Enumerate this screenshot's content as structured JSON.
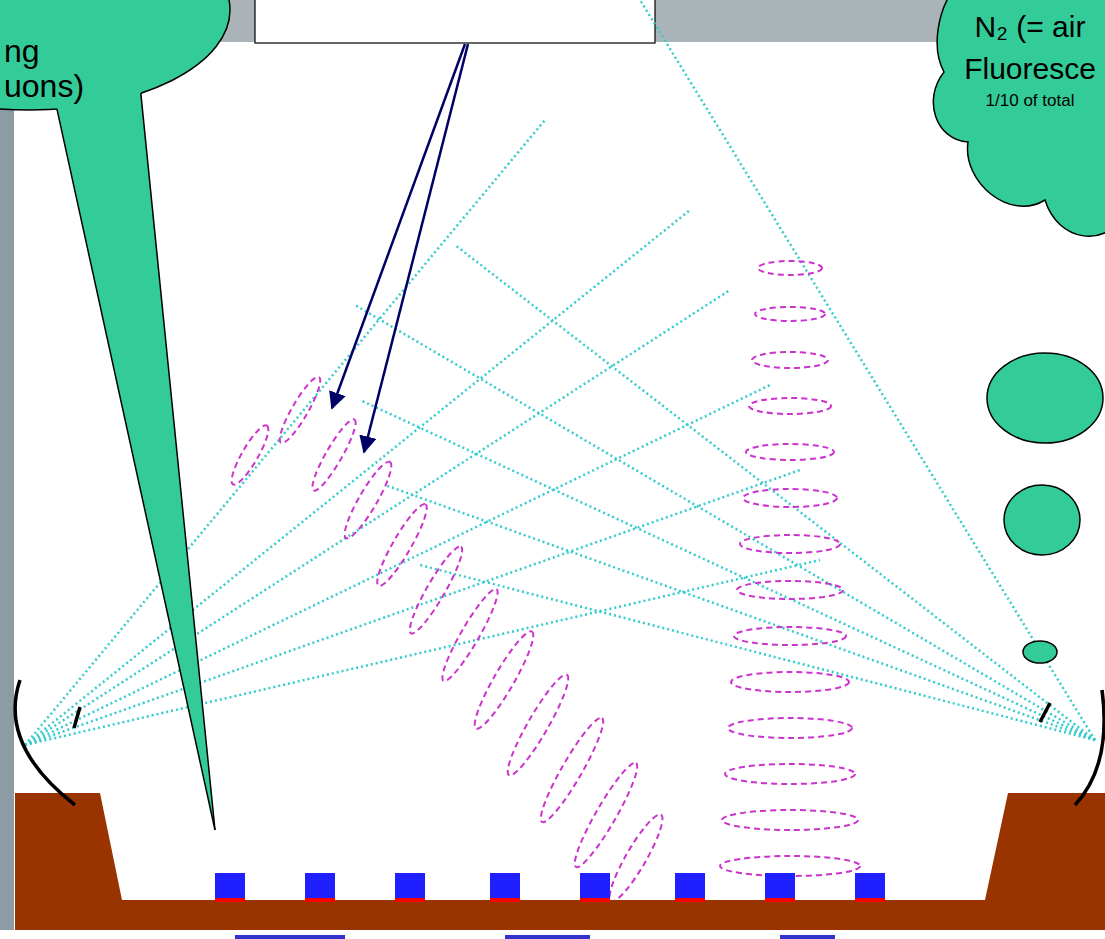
{
  "diagram": {
    "nodes": [
      {
        "text": [
          "ng uons)"
        ]
      },
      {
        "text": [
          "N₂ (= air Fluoresce",
          "1/10 of total"
        ]
      }
    ]
  }
}
